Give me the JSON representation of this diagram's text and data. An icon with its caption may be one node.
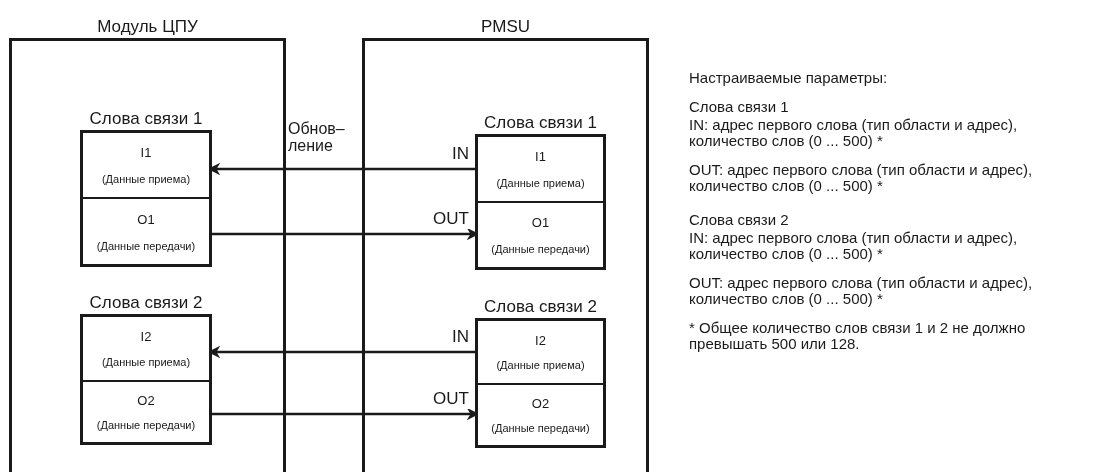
{
  "diagram": {
    "nodes": [
      {
        "text": [
          "Модуль ЦПУ"
        ]
      },
      {
        "text": [
          "Слова связи 1"
        ],
        "in": 0
      },
      {
        "text": [
          "I1",
          "(Данные приема)"
        ],
        "in": 1
      },
      {
        "text": [
          "O1",
          "(Данные передачи)"
        ],
        "in": 1
      },
      {
        "text": [
          "Слова связи 2"
        ],
        "in": 0
      },
      {
        "text": [
          "I2",
          "(Данные приема)"
        ],
        "in": 4
      },
      {
        "text": [
          "O2",
          "(Данные передачи)"
        ],
        "in": 4
      },
      {
        "text": [
          "PMSU"
        ]
      },
      {
        "text": [
          "Слова связи 1"
        ],
        "in": 7
      },
      {
        "text": [
          "I1",
          "(Данные приема)"
        ],
        "in": 8
      },
      {
        "text": [
          "O1",
          "(Данные передачи)"
        ],
        "in": 8
      },
      {
        "text": [
          "Слова связи 2"
        ],
        "in": 7
      },
      {
        "text": [
          "I2",
          "(Данные приема)"
        ],
        "in": 11
      },
      {
        "text": [
          "O2",
          "(Данные передачи)"
        ],
        "in": 11
      }
    ],
    "edges": [
      {
        "from": 9,
        "to": 2,
        "arrow": "to",
        "label": "IN"
      },
      {
        "from": 3,
        "to": 10,
        "arrow": "to",
        "label": "OUT"
      },
      {
        "from": 12,
        "to": 5,
        "arrow": "to",
        "label": "IN"
      },
      {
        "from": 6,
        "to": 13,
        "arrow": "to",
        "label": "OUT"
      }
    ],
    "labels": [
      "Обнов– ление",
      "Настраиваемые параметры:",
      "Слова связи 1",
      "IN: адрес первого слова (тип области и адрес), количество слов (0 ... 500) *",
      "OUT: адрес первого слова (тип области и адрес), количество слов (0 ... 500) *",
      "Слова связи 2",
      "IN: адрес первого слова (тип области и адрес), количество слов (0 ... 500) *",
      "OUT: адрес первого слова (тип области и адрес), количество слов (0 ... 500) *",
      "* Общее количество слов связи 1 и 2 не должно превышать 500 или 128."
    ]
  }
}
